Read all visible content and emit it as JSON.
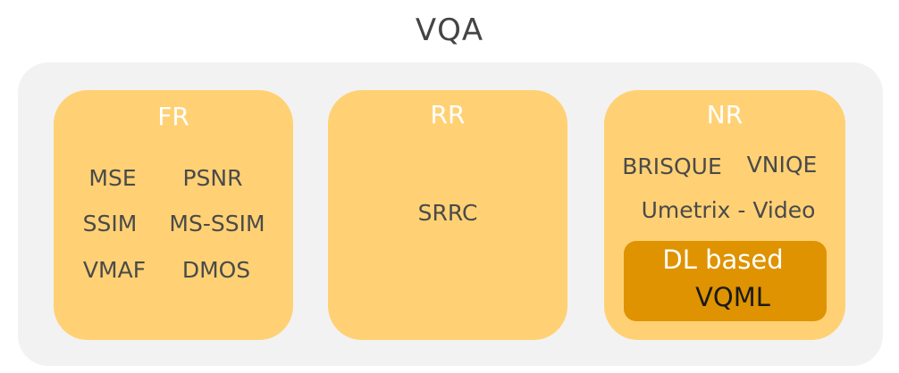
{
  "title": "VQA",
  "fr": {
    "title": "FR",
    "items": [
      "MSE",
      "PSNR",
      "SSIM",
      "MS-SSIM",
      "VMAF",
      "DMOS"
    ]
  },
  "rr": {
    "title": "RR",
    "items": [
      "SRRC"
    ]
  },
  "nr": {
    "title": "NR",
    "items": [
      "BRISQUE",
      "VNIQE",
      "Umetrix - Video"
    ],
    "dl": {
      "label": "DL based",
      "item": "VQML"
    }
  },
  "colors": {
    "outer_background": "#f2f2f2",
    "box_fill": "#ffd174",
    "dl_fill": "#df9300",
    "title_text": "#444444",
    "item_text": "#4a4a4a",
    "box_title_text": "#ffffff"
  }
}
